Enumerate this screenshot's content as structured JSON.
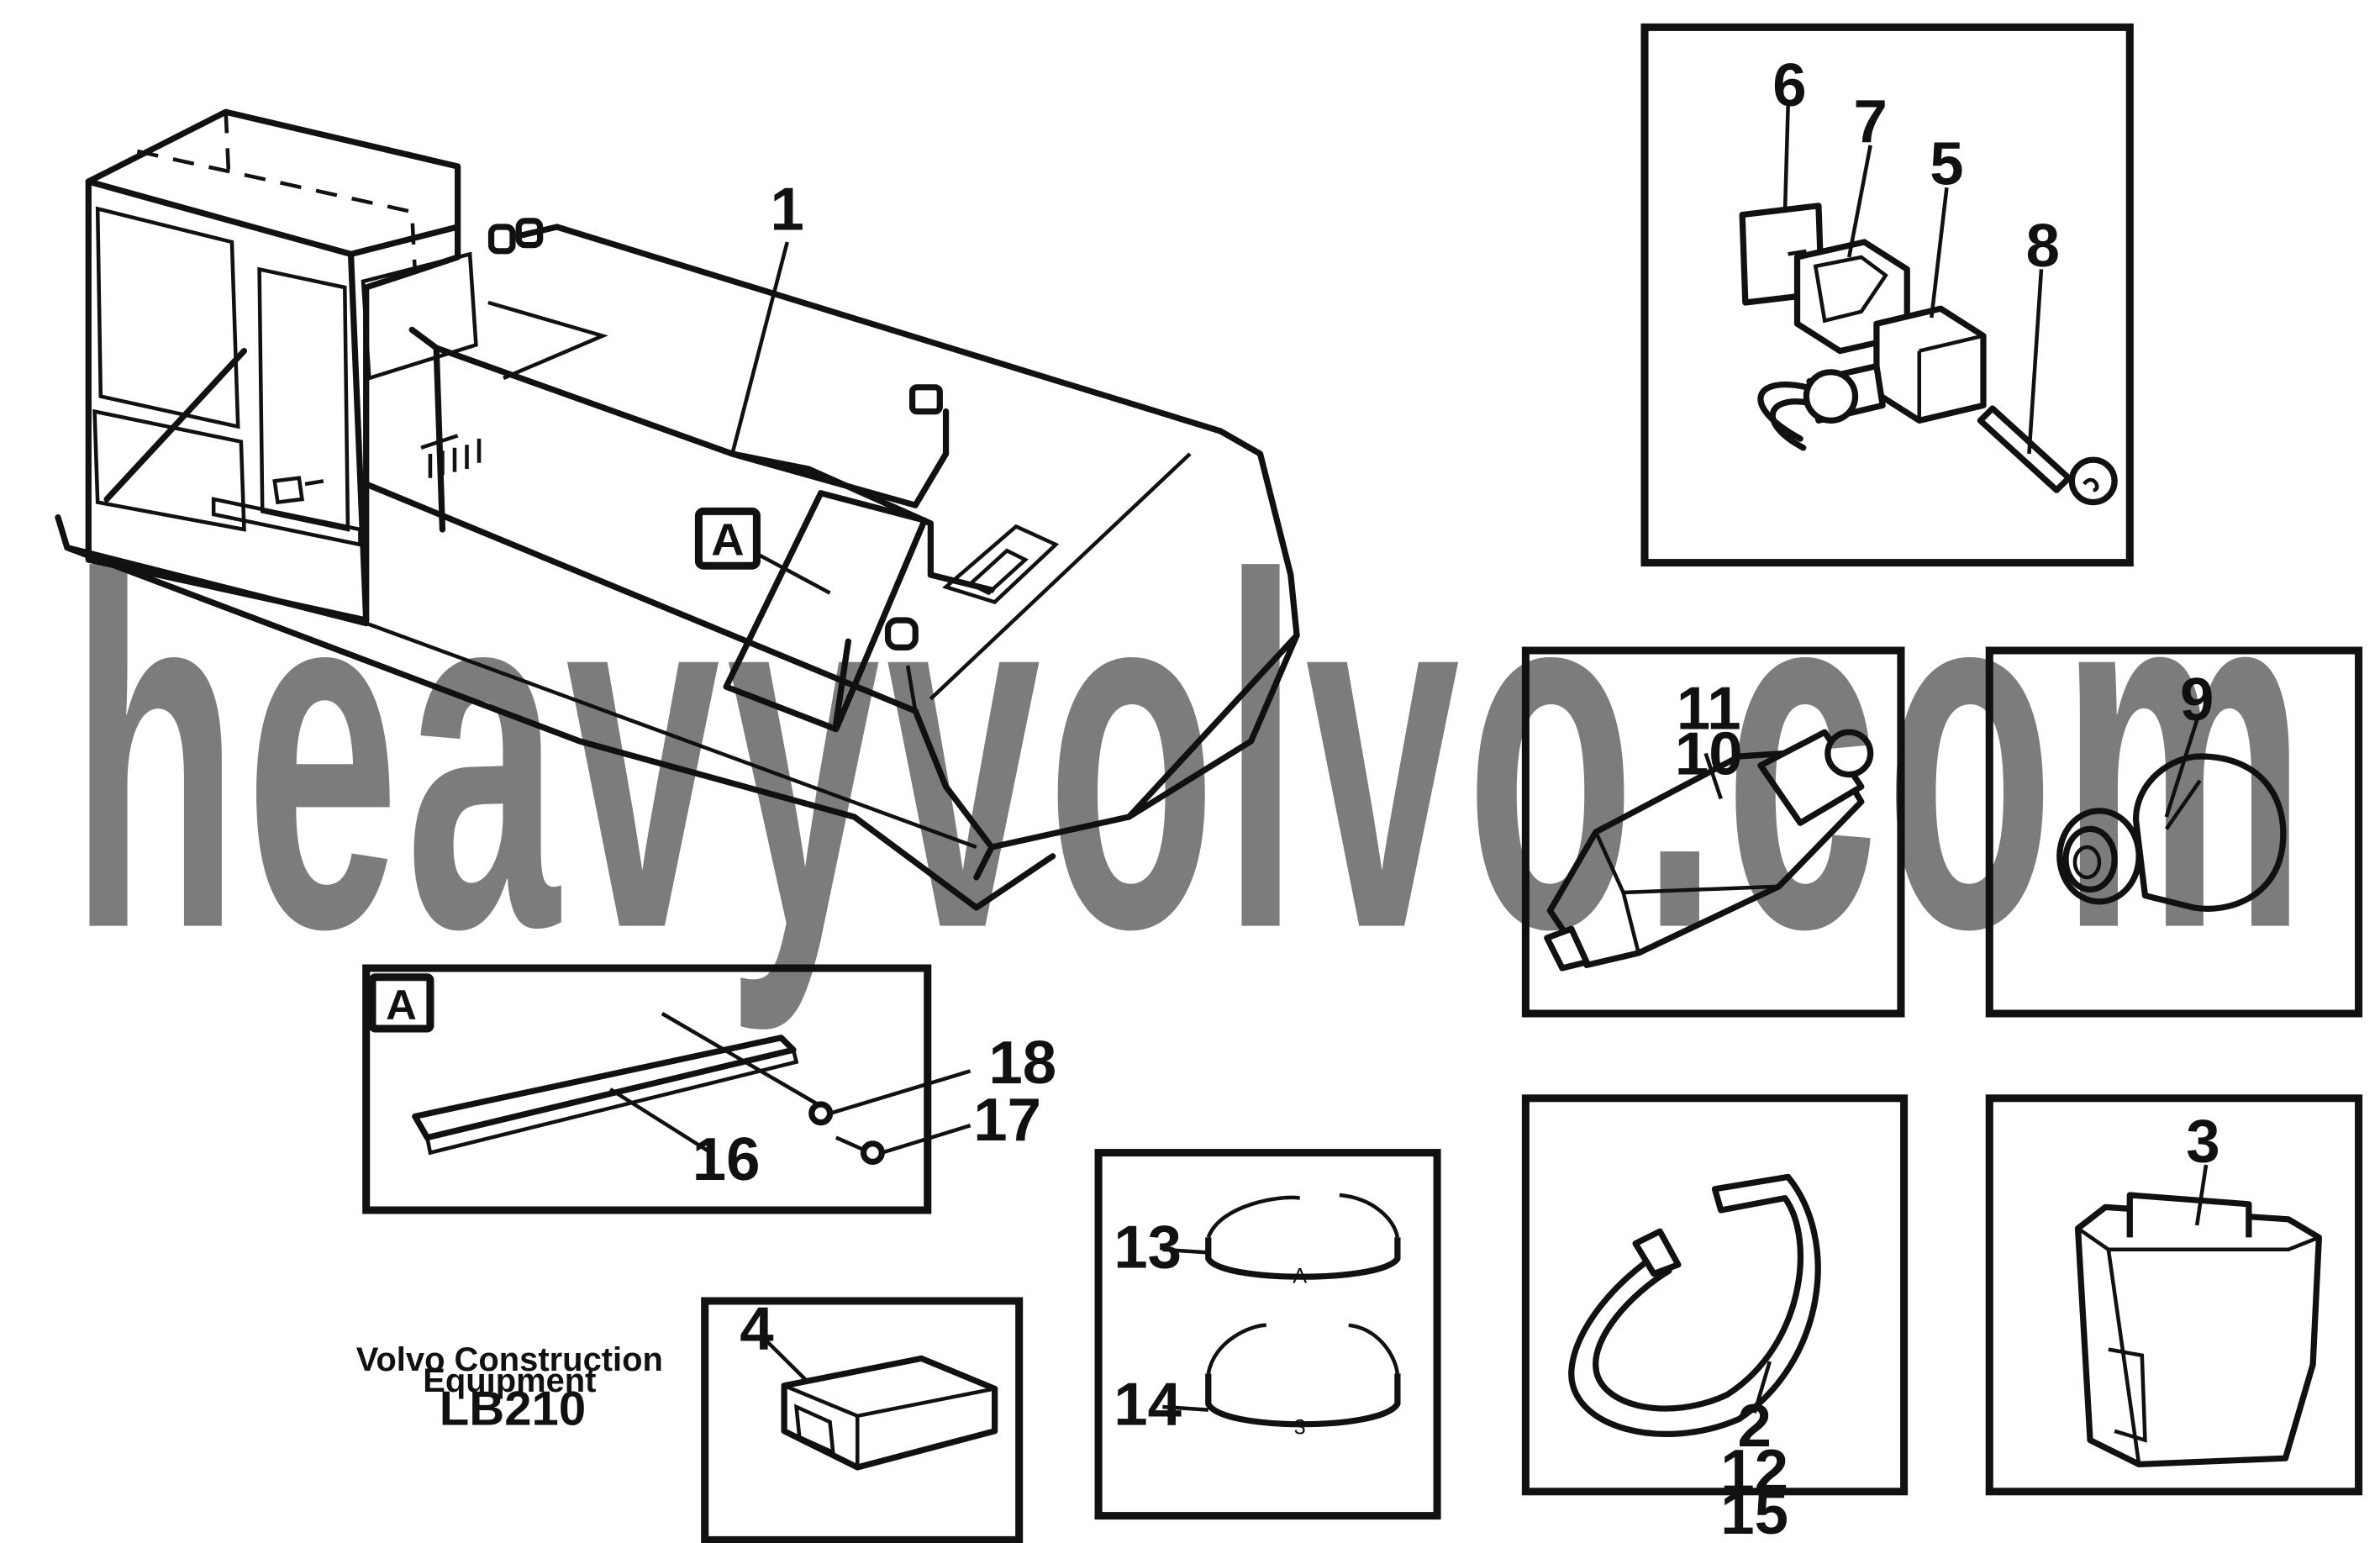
{
  "watermark": "heavyvolvo.com",
  "detail_label": "A",
  "parts": {
    "p1": "1",
    "p2": "2",
    "p3": "3",
    "p4": "4",
    "p5": "5",
    "p6": "6",
    "p7": "7",
    "p8": "8",
    "p9": "9",
    "p10": "10",
    "p11": "11",
    "p12": "12",
    "p13": "13",
    "p14": "14",
    "p15": "15",
    "p16": "16",
    "p17": "17",
    "p18": "18"
  },
  "ring_marks": {
    "ring13": "A",
    "ring14": "3"
  },
  "credit": {
    "line1": "Volvo Construction",
    "line2": "Equipment",
    "code": "LB210"
  }
}
